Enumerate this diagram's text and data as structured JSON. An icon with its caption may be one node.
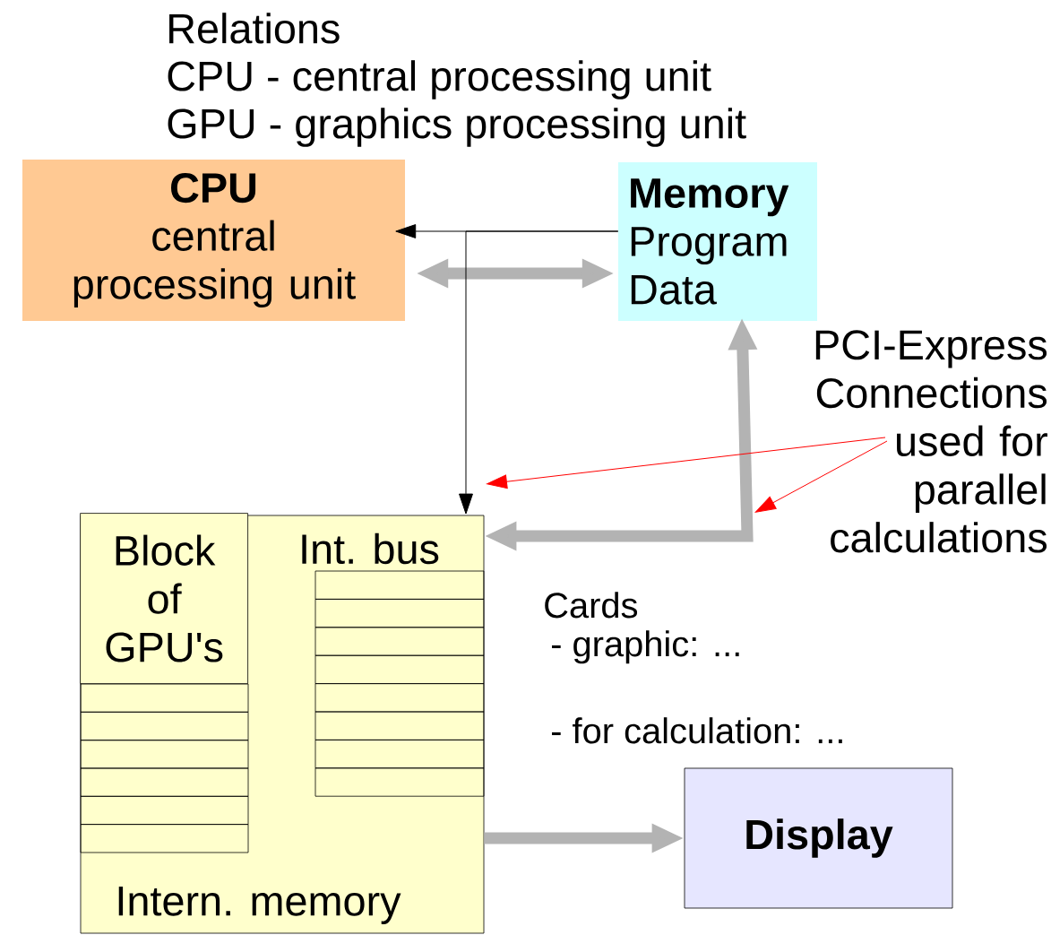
{
  "diagram": {
    "title": "Relations",
    "nodes": [
      {
        "text": [
          "CPU",
          "central processing unit"
        ]
      },
      {
        "text": [
          "Memory",
          "Program Data"
        ]
      },
      {
        "text": [
          "Int. bus",
          "Intern. memory"
        ]
      },
      {
        "text": [
          "Block of GPU's"
        ],
        "in": 2
      },
      {
        "text": [
          "Display"
        ]
      },
      {
        "text": [
          "PCI-Express Connections used for parallel calculations"
        ]
      }
    ],
    "edges": [
      {
        "from": 1,
        "to": 0,
        "arrow": "to",
        "color": "#000000"
      },
      {
        "from": 1,
        "to": 0,
        "arrow": "both",
        "style": "thick",
        "color": "#b3b3b3"
      },
      {
        "from": 1,
        "to": 2,
        "arrow": "to",
        "color": "#000000"
      },
      {
        "from": 2,
        "to": 1,
        "arrow": "both",
        "style": "thick",
        "color": "#b3b3b3"
      },
      {
        "from": 2,
        "to": 4,
        "arrow": "to",
        "style": "thick",
        "color": "#b3b3b3"
      },
      {
        "from": 5,
        "to": null,
        "arrow": "to",
        "color": "#ff0000"
      },
      {
        "from": 5,
        "to": null,
        "arrow": "to",
        "color": "#ff0000"
      }
    ],
    "labels": [
      "CPU - central processing unit",
      "GPU - graphics processing unit",
      "Cards",
      "- graphic: ...",
      "- for calculation: ..."
    ]
  }
}
